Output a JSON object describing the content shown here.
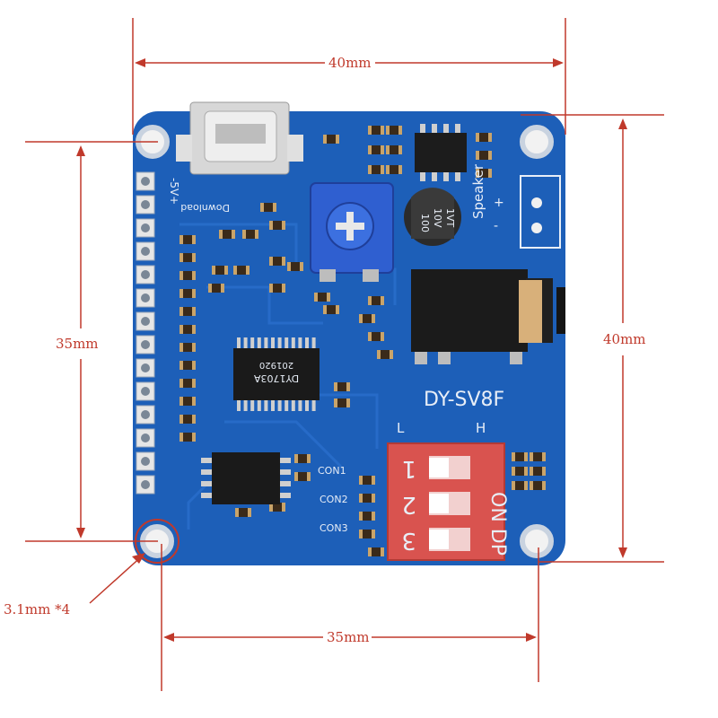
{
  "dimensions": {
    "top_width": "40mm",
    "bottom_width": "35mm",
    "left_height": "35mm",
    "right_height": "40mm",
    "hole_note": "3.1mm *4"
  },
  "board": {
    "model": "DY-SV8F",
    "speaker_label": "Speaker",
    "download_label": "Download",
    "power_label": "-5V+",
    "switch_left": "L",
    "switch_right": "H",
    "switch_on": "ON DP",
    "switch_1": "1",
    "switch_2": "2",
    "switch_3": "3",
    "con1": "CON1",
    "con2": "CON2",
    "con3": "CON3",
    "chip_main": "DY1703A",
    "chip_main_code": "201920",
    "capacitor_label": "100\n10V\n1VT",
    "cap_line1": "100",
    "cap_line2": "10V",
    "cap_line3": "1VT",
    "speaker_plus": "+",
    "speaker_minus": "-"
  },
  "colors": {
    "pcb": "#1d5fb8",
    "pcb_dark": "#174e9b",
    "dimension": "#c0392b",
    "dip_switch": "#d9534f",
    "pot": "#2f5fd0"
  }
}
